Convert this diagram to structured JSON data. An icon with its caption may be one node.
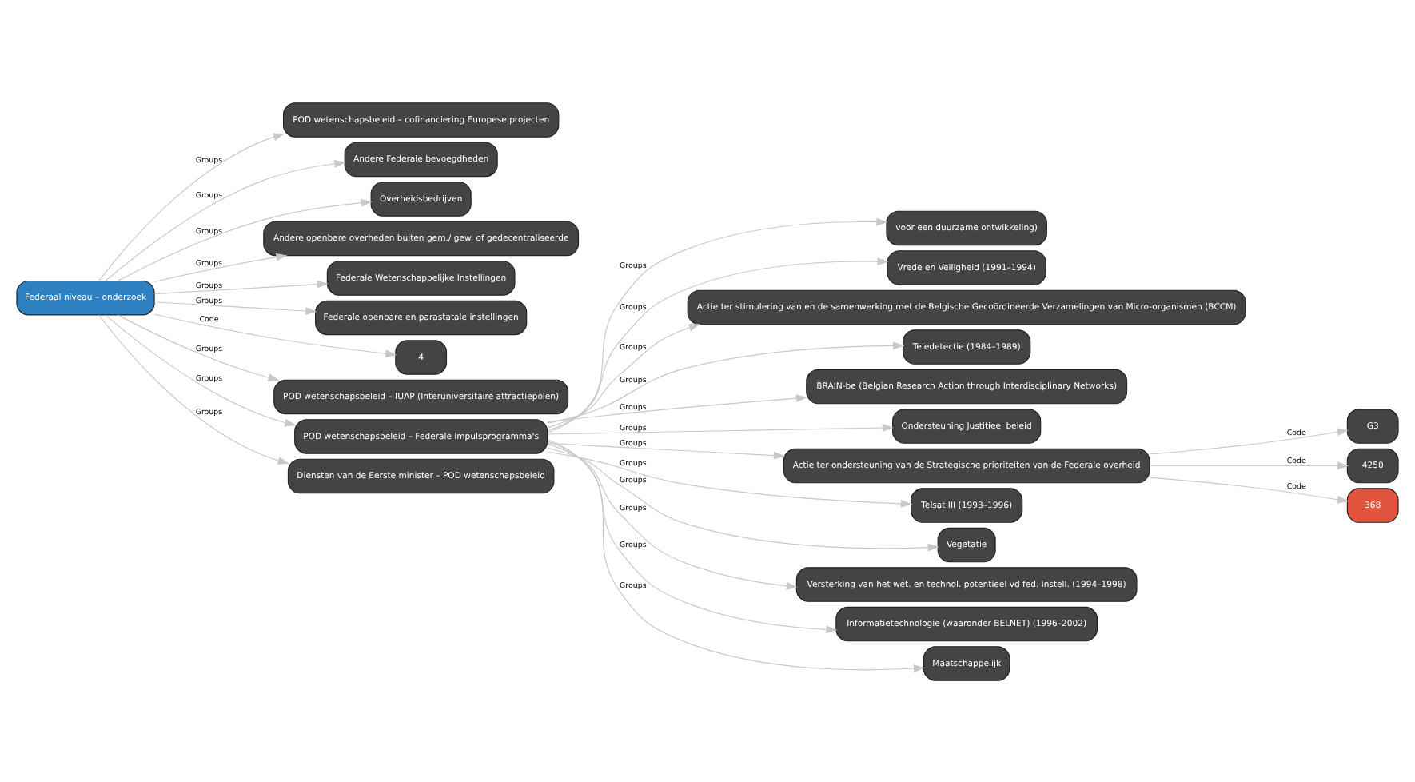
{
  "diagram": {
    "nodes": [
      {
        "text": [
          "Federaal niveau – onderzoek"
        ]
      },
      {
        "text": [
          "POD wetenschapsbeleid – cofinanciering Europese projecten"
        ]
      },
      {
        "text": [
          "Andere Federale bevoegdheden"
        ]
      },
      {
        "text": [
          "Overheidsbedrijven"
        ]
      },
      {
        "text": [
          "Andere openbare overheden buiten gem./ gew. of gedecentraliseerde"
        ]
      },
      {
        "text": [
          "Federale Wetenschappelijke Instellingen"
        ]
      },
      {
        "text": [
          "Federale openbare en parastatale instellingen"
        ]
      },
      {
        "text": [
          "4"
        ]
      },
      {
        "text": [
          "POD wetenschapsbeleid – IUAP (Interuniversitaire attractiepolen)"
        ]
      },
      {
        "text": [
          "POD wetenschapsbeleid – Federale impulsprogramma's"
        ]
      },
      {
        "text": [
          "Diensten van de Eerste minister – POD wetenschapsbeleid"
        ]
      },
      {
        "text": [
          "voor een duurzame ontwikkeling)"
        ]
      },
      {
        "text": [
          "Vrede en Veiligheid (1991–1994)"
        ]
      },
      {
        "text": [
          "Actie ter stimulering van en de samenwerking met de Belgische Gecoördineerde Verzamelingen van Micro-organismen (BCCM)"
        ]
      },
      {
        "text": [
          "Teledetectie (1984–1989)"
        ]
      },
      {
        "text": [
          "BRAIN-be (Belgian Research Action through Interdisciplinary Networks)"
        ]
      },
      {
        "text": [
          "Ondersteuning Justitieel beleid"
        ]
      },
      {
        "text": [
          "Actie ter ondersteuning van de Strategische prioriteiten van de Federale overheid"
        ]
      },
      {
        "text": [
          "Telsat III (1993–1996)"
        ]
      },
      {
        "text": [
          "Vegetatie"
        ]
      },
      {
        "text": [
          "Versterking van het wet. en technol. potentieel vd fed. instell. (1994–1998)"
        ]
      },
      {
        "text": [
          "Informatietechnologie (waaronder BELNET) (1996–2002)"
        ]
      },
      {
        "text": [
          "Maatschappelijk"
        ]
      },
      {
        "text": [
          "G3"
        ]
      },
      {
        "text": [
          "4250"
        ]
      },
      {
        "text": [
          "368"
        ]
      }
    ],
    "edges": [
      {
        "from": 0,
        "to": 1,
        "arrow": "to",
        "label": "Groups"
      },
      {
        "from": 0,
        "to": 2,
        "arrow": "to",
        "label": "Groups"
      },
      {
        "from": 0,
        "to": 3,
        "arrow": "to",
        "label": "Groups"
      },
      {
        "from": 0,
        "to": 4,
        "arrow": "to",
        "label": "Groups"
      },
      {
        "from": 0,
        "to": 5,
        "arrow": "to",
        "label": "Groups"
      },
      {
        "from": 0,
        "to": 6,
        "arrow": "to",
        "label": "Groups"
      },
      {
        "from": 0,
        "to": 7,
        "arrow": "to",
        "label": "Code"
      },
      {
        "from": 0,
        "to": 8,
        "arrow": "to",
        "label": "Groups"
      },
      {
        "from": 0,
        "to": 9,
        "arrow": "to",
        "label": "Groups"
      },
      {
        "from": 0,
        "to": 10,
        "arrow": "to",
        "label": "Groups"
      },
      {
        "from": 9,
        "to": 11,
        "arrow": "to",
        "label": "Groups"
      },
      {
        "from": 9,
        "to": 12,
        "arrow": "to",
        "label": "Groups"
      },
      {
        "from": 9,
        "to": 13,
        "arrow": "to",
        "label": "Groups"
      },
      {
        "from": 9,
        "to": 14,
        "arrow": "to",
        "label": "Groups"
      },
      {
        "from": 9,
        "to": 15,
        "arrow": "to",
        "label": "Groups"
      },
      {
        "from": 9,
        "to": 16,
        "arrow": "to",
        "label": "Groups"
      },
      {
        "from": 9,
        "to": 17,
        "arrow": "to",
        "label": "Groups"
      },
      {
        "from": 9,
        "to": 18,
        "arrow": "to",
        "label": "Groups"
      },
      {
        "from": 9,
        "to": 19,
        "arrow": "to",
        "label": "Groups"
      },
      {
        "from": 9,
        "to": 20,
        "arrow": "to",
        "label": "Groups"
      },
      {
        "from": 9,
        "to": 21,
        "arrow": "to",
        "label": "Groups"
      },
      {
        "from": 9,
        "to": 22,
        "arrow": "to",
        "label": "Groups"
      },
      {
        "from": 17,
        "to": 23,
        "arrow": "to",
        "label": "Code"
      },
      {
        "from": 17,
        "to": 24,
        "arrow": "to",
        "label": "Code"
      },
      {
        "from": 17,
        "to": 25,
        "arrow": "to",
        "label": "Code"
      }
    ]
  }
}
